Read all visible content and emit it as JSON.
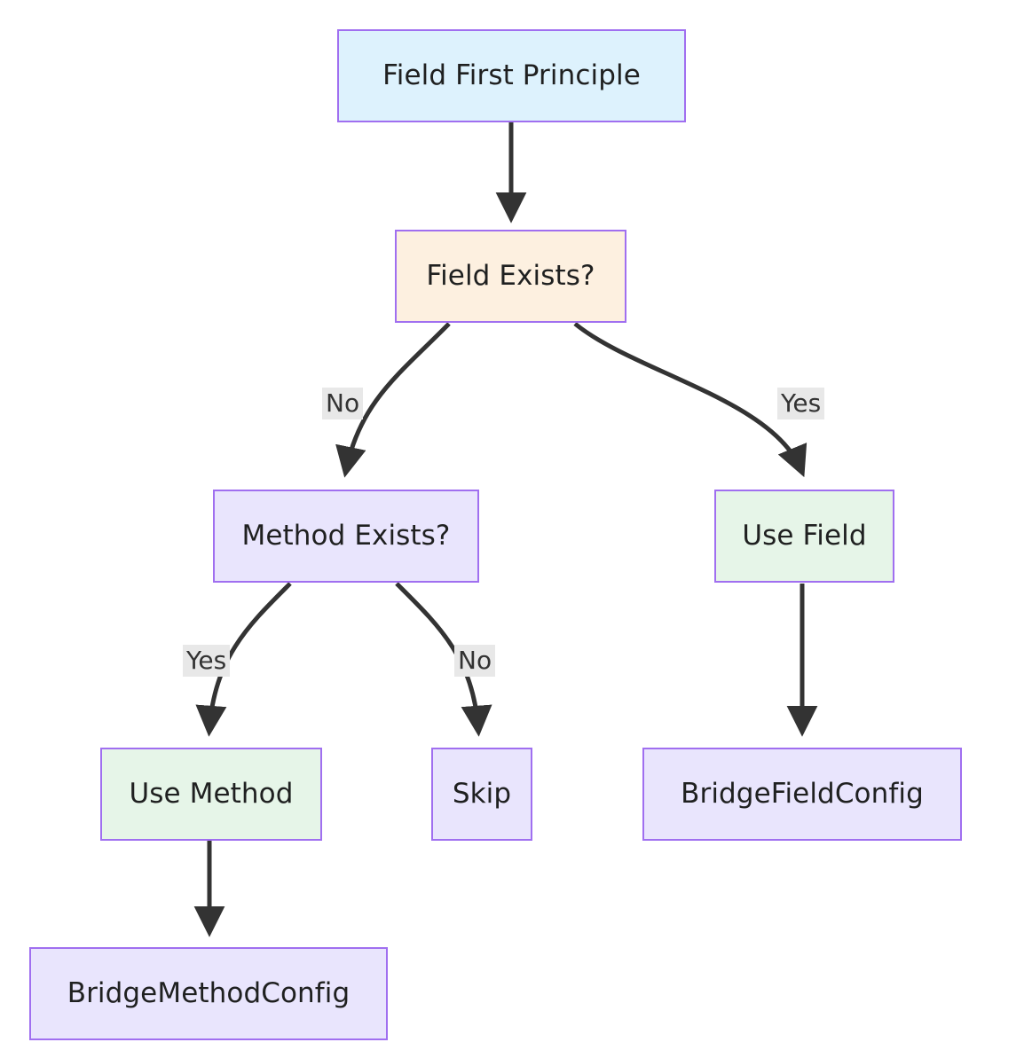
{
  "diagram": {
    "title": "Field First Principle decision flowchart",
    "type": "flowchart",
    "direction": "top-down",
    "colors": {
      "border": "#a06ff0",
      "fill_blue": "#ddf2fd",
      "fill_cream": "#fdf0e0",
      "fill_lavender": "#e9e5fd",
      "fill_green": "#e6f5e8",
      "edge_stroke": "#333333",
      "label_background": "#e8e8e8",
      "text": "#1f2020",
      "canvas_background": "#ffffff"
    },
    "nodes": [
      {
        "id": "field-first-principle",
        "label": "Field First Principle",
        "shape": "rect",
        "style": "blue"
      },
      {
        "id": "field-exists",
        "label": "Field Exists?",
        "shape": "rect",
        "style": "cream"
      },
      {
        "id": "method-exists",
        "label": "Method Exists?",
        "shape": "rect",
        "style": "lavender"
      },
      {
        "id": "use-field",
        "label": "Use Field",
        "shape": "rect",
        "style": "green"
      },
      {
        "id": "use-method",
        "label": "Use Method",
        "shape": "rect",
        "style": "green"
      },
      {
        "id": "skip",
        "label": "Skip",
        "shape": "rect",
        "style": "lavender"
      },
      {
        "id": "bridge-field-config",
        "label": "BridgeFieldConfig",
        "shape": "rect",
        "style": "lavender"
      },
      {
        "id": "bridge-method-config",
        "label": "BridgeMethodConfig",
        "shape": "rect",
        "style": "lavender"
      }
    ],
    "edges": [
      {
        "from": "field-first-principle",
        "to": "field-exists",
        "label": ""
      },
      {
        "from": "field-exists",
        "to": "method-exists",
        "label": "No"
      },
      {
        "from": "field-exists",
        "to": "use-field",
        "label": "Yes"
      },
      {
        "from": "method-exists",
        "to": "use-method",
        "label": "Yes"
      },
      {
        "from": "method-exists",
        "to": "skip",
        "label": "No"
      },
      {
        "from": "use-field",
        "to": "bridge-field-config",
        "label": ""
      },
      {
        "from": "use-method",
        "to": "bridge-method-config",
        "label": ""
      }
    ],
    "edge_labels": {
      "field_exists_no": "No",
      "field_exists_yes": "Yes",
      "method_exists_yes": "Yes",
      "method_exists_no": "No"
    }
  }
}
